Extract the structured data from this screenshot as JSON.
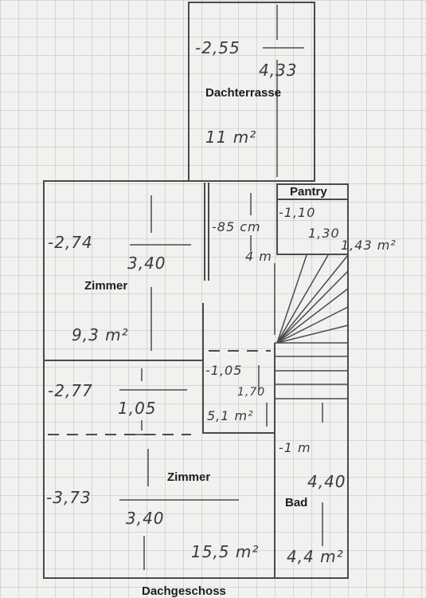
{
  "floor_title": "Dachgeschoss",
  "rooms": {
    "dachterrasse": {
      "name": "Dachterrasse",
      "height": "-2,55",
      "width": "4,33",
      "area": "11 m²"
    },
    "zimmer_oben": {
      "name": "Zimmer",
      "height": "-2,74",
      "width": "3,40",
      "area": "9,3 m²"
    },
    "flur": {
      "height": "-85 cm",
      "width": "4 m"
    },
    "pantry": {
      "name": "Pantry",
      "height": "-1,10",
      "width": "1,30",
      "area": "1,43 m²"
    },
    "raum_mitte": {
      "height": "-1,05",
      "width": "1,70",
      "area": "5,1 m²"
    },
    "zimmer_links": {
      "height": "-2,77",
      "width": "1,05"
    },
    "zimmer_unten": {
      "name": "Zimmer",
      "height": "-3,73",
      "width": "3,40",
      "area": "15,5 m²"
    },
    "bad": {
      "name": "Bad",
      "height": "-1 m",
      "width": "4,40",
      "area": "4,4 m²"
    }
  },
  "colors": {
    "paper": "#f2f1ef",
    "grid": "#8c8c96",
    "ink": "#4a4a4a"
  }
}
